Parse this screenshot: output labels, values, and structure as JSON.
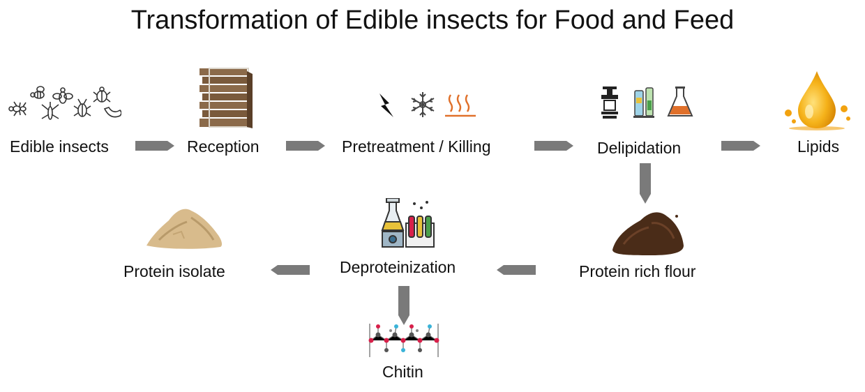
{
  "title": "Transformation of Edible insects for Food and Feed",
  "nodes": {
    "edible_insects": "Edible insects",
    "reception": "Reception",
    "pretreatment": "Pretreatment / Killing",
    "delipidation": "Delipidation",
    "lipids": "Lipids",
    "protein_rich_flour": "Protein rich flour",
    "deproteinization": "Deproteinization",
    "protein_isolate": "Protein isolate",
    "chitin": "Chitin"
  },
  "colors": {
    "arrow": "#7a7a7a",
    "oil": "#f2a20f",
    "flour": "#4a2c18",
    "powder": "#d8bb8c",
    "heat": "#e0702a",
    "atom_red": "#d8204a",
    "atom_blue": "#3ab3d8"
  },
  "icons": {
    "insects": "insect-group-icon",
    "reception": "stacked-crates-icon",
    "pretreatment": [
      "electric-shock-icon",
      "freezing-icon",
      "heat-icon"
    ],
    "delipidation": [
      "press-icon",
      "extraction-column-icon",
      "flask-icon"
    ],
    "lipids": "oil-drop-icon",
    "flour": "flour-pile-icon",
    "deproteinization": "lab-equipment-icon",
    "protein_isolate": "powder-pile-icon",
    "chitin": "molecule-icon"
  }
}
